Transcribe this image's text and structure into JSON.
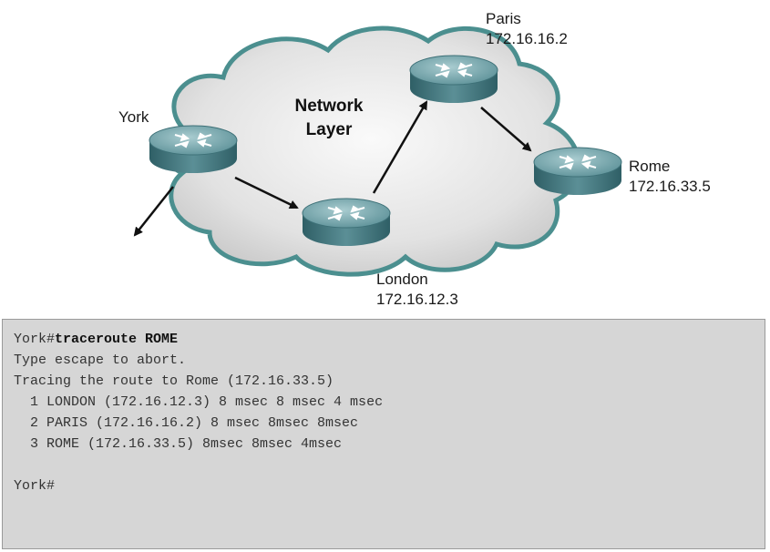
{
  "cloud_label": [
    "Network",
    "Layer"
  ],
  "routers": {
    "york": {
      "name": "York",
      "ip": ""
    },
    "london": {
      "name": "London",
      "ip": "172.16.12.3"
    },
    "paris": {
      "name": "Paris",
      "ip": "172.16.16.2"
    },
    "rome": {
      "name": "Rome",
      "ip": "172.16.33.5"
    }
  },
  "terminal": {
    "prompt": "York#",
    "command": "traceroute ROME",
    "lines": [
      "Type escape to abort.",
      "Tracing the route to Rome (172.16.33.5)",
      "  1 LONDON (172.16.12.3) 8 msec 8 msec 4 msec",
      "  2 PARIS (172.16.16.2) 8 msec 8msec 8msec",
      "  3 ROME (172.16.33.5) 8msec 8msec 4msec",
      "",
      "York#"
    ]
  },
  "colors": {
    "cloud_fill": "#e4e4e4",
    "cloud_edge": "#4b8f8f",
    "router_top": "#78a8ad",
    "router_side": "#356a72",
    "terminal_bg": "#d6d6d6"
  }
}
